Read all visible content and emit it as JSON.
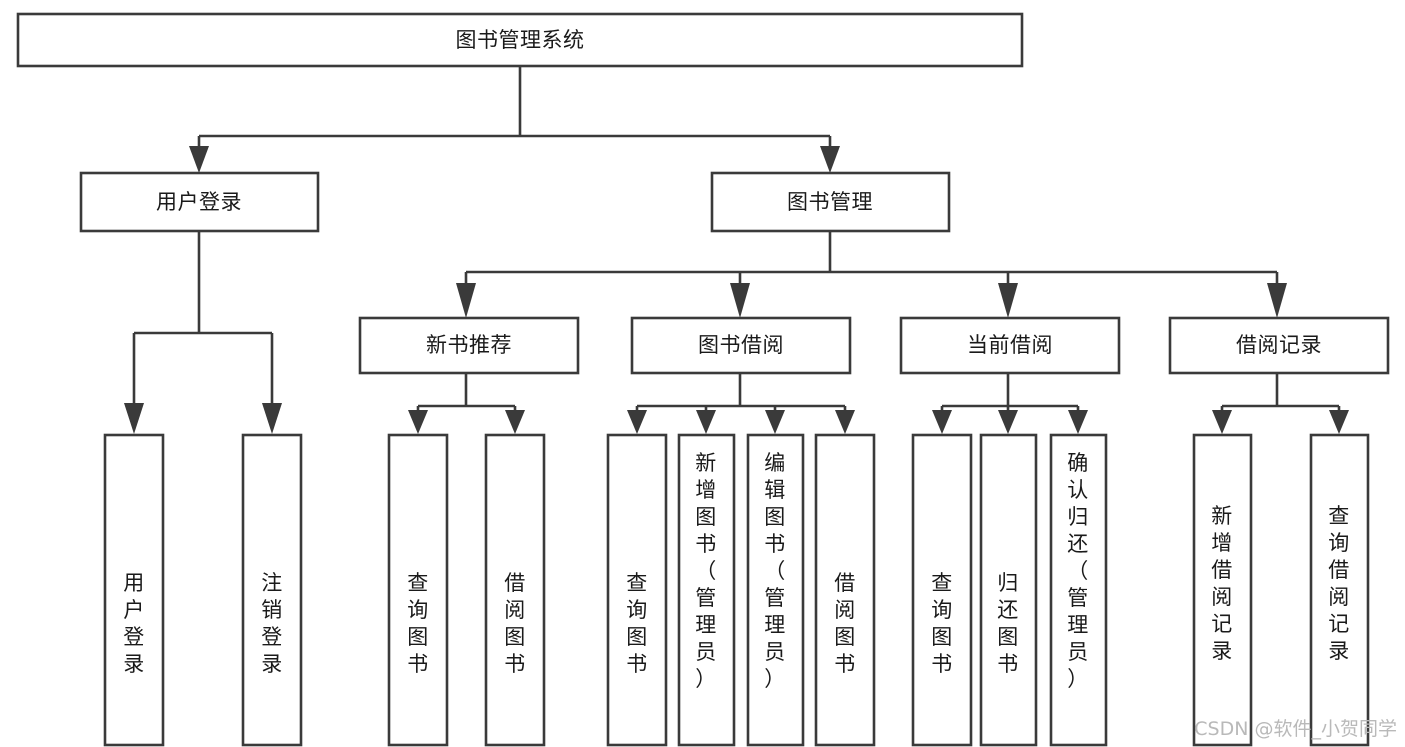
{
  "diagram": {
    "type": "tree",
    "title": "图书管理系统",
    "orientation": "top-down",
    "background_color": "#ffffff",
    "box_stroke_color": "#3a3a3a",
    "box_fill_color": "#ffffff",
    "text_color": "#1a1a1a",
    "root": {
      "id": "root",
      "label": "图书管理系统",
      "level": 1,
      "text_orientation": "horizontal"
    },
    "level2": [
      {
        "id": "user-login",
        "label": "用户登录",
        "level": 2,
        "text_orientation": "horizontal"
      },
      {
        "id": "book-manage",
        "label": "图书管理",
        "level": 2,
        "text_orientation": "horizontal"
      }
    ],
    "level3": [
      {
        "id": "new-book-recommend",
        "label": "新书推荐",
        "level": 3,
        "text_orientation": "horizontal",
        "parent": "book-manage"
      },
      {
        "id": "book-borrow",
        "label": "图书借阅",
        "level": 3,
        "text_orientation": "horizontal",
        "parent": "book-manage"
      },
      {
        "id": "current-borrow",
        "label": "当前借阅",
        "level": 3,
        "text_orientation": "horizontal",
        "parent": "book-manage"
      },
      {
        "id": "borrow-record",
        "label": "借阅记录",
        "level": 3,
        "text_orientation": "horizontal",
        "parent": "book-manage"
      }
    ],
    "leaves": [
      {
        "id": "leaf-user-login",
        "label": "用户登录",
        "parent": "user-login",
        "text_orientation": "vertical"
      },
      {
        "id": "leaf-user-logout",
        "label": "注销登录",
        "parent": "user-login",
        "text_orientation": "vertical"
      },
      {
        "id": "leaf-query-book-1",
        "label": "查询图书",
        "parent": "new-book-recommend",
        "text_orientation": "vertical"
      },
      {
        "id": "leaf-borrow-book-1",
        "label": "借阅图书",
        "parent": "new-book-recommend",
        "text_orientation": "vertical"
      },
      {
        "id": "leaf-query-book-2",
        "label": "查询图书",
        "parent": "book-borrow",
        "text_orientation": "vertical"
      },
      {
        "id": "leaf-add-book",
        "label": "新增图书（管理员）",
        "parent": "book-borrow",
        "text_orientation": "vertical"
      },
      {
        "id": "leaf-edit-book",
        "label": "编辑图书（管理员）",
        "parent": "book-borrow",
        "text_orientation": "vertical"
      },
      {
        "id": "leaf-borrow-book-2",
        "label": "借阅图书",
        "parent": "book-borrow",
        "text_orientation": "vertical"
      },
      {
        "id": "leaf-query-book-3",
        "label": "查询图书",
        "parent": "current-borrow",
        "text_orientation": "vertical"
      },
      {
        "id": "leaf-return-book",
        "label": "归还图书",
        "parent": "current-borrow",
        "text_orientation": "vertical"
      },
      {
        "id": "leaf-confirm-return",
        "label": "确认归还（管理员）",
        "parent": "current-borrow",
        "text_orientation": "vertical"
      },
      {
        "id": "leaf-add-record",
        "label": "新增借阅记录",
        "parent": "borrow-record",
        "text_orientation": "vertical"
      },
      {
        "id": "leaf-query-record",
        "label": "查询借阅记录",
        "parent": "borrow-record",
        "text_orientation": "vertical"
      }
    ]
  },
  "watermark": {
    "text": "CSDN @软件_小贺同学",
    "color": "#b9b9b9"
  }
}
